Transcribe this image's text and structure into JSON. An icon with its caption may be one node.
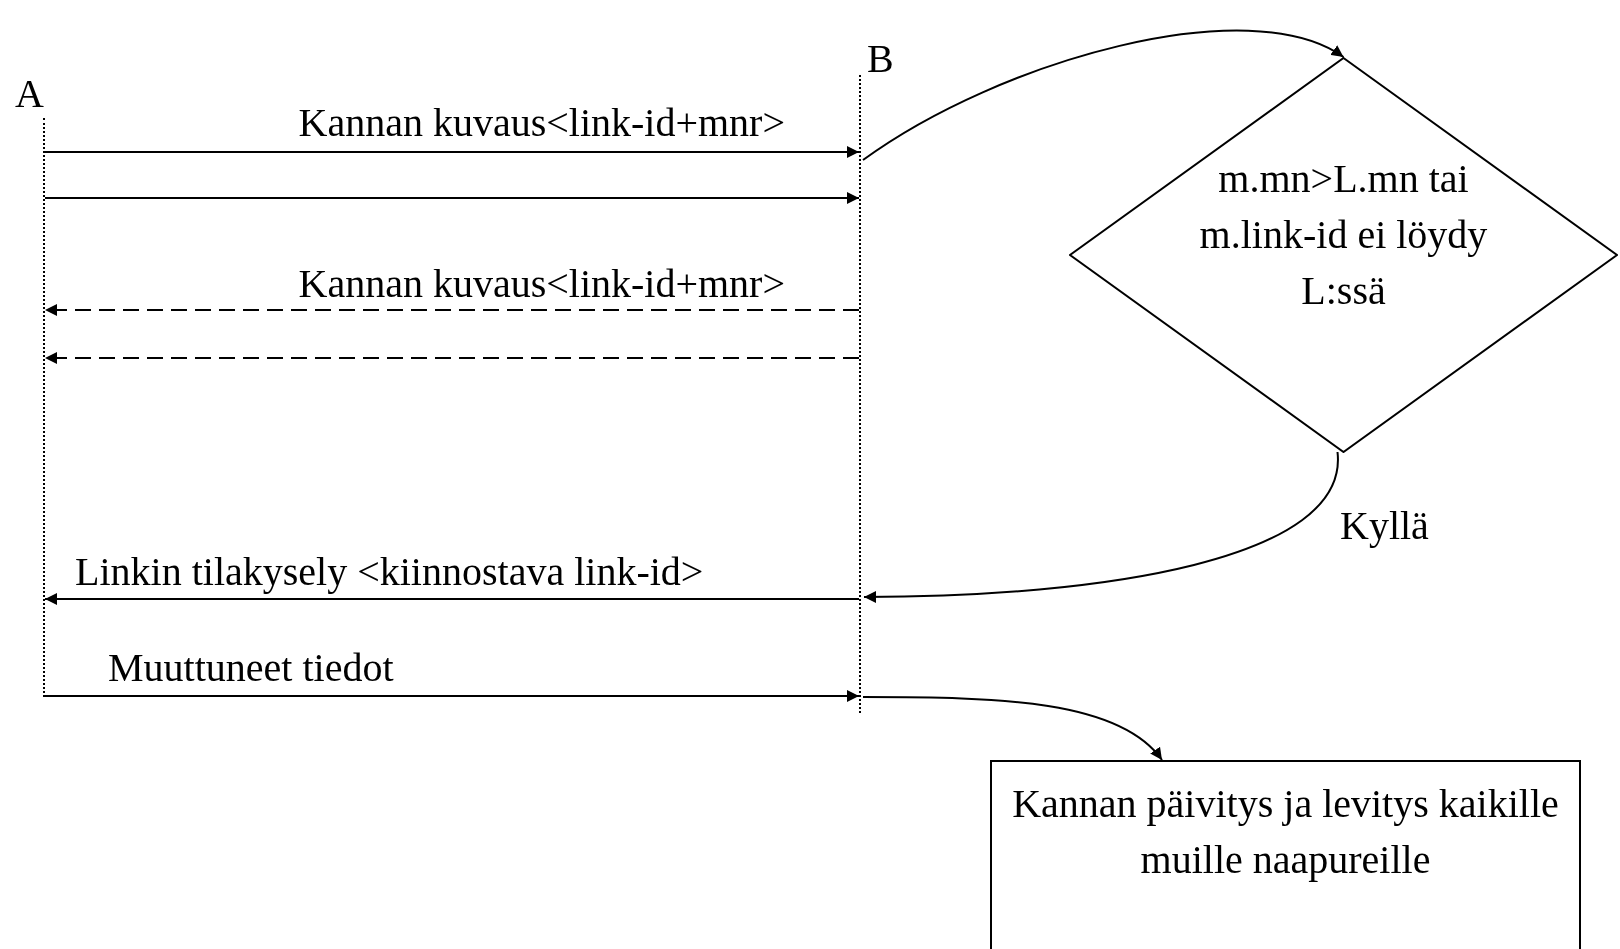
{
  "diagram": {
    "nodes": [
      {
        "text": [
          "A"
        ]
      },
      {
        "text": [
          "B"
        ]
      },
      {
        "text": [
          "m.mn>L.mn tai m.link-id ei löydy L:ssä"
        ]
      },
      {
        "text": [
          "Kannan päivitys ja levitys kaikille muille naapureille"
        ]
      }
    ],
    "edges": [
      {
        "from": 0,
        "to": 1,
        "arrow": "to",
        "label": "Kannan kuvaus<link-id+mnr>"
      },
      {
        "from": 0,
        "to": 1,
        "arrow": "to"
      },
      {
        "from": 1,
        "to": 0,
        "arrow": "to",
        "style": "dashed",
        "label": "Kannan kuvaus<link-id+mnr>"
      },
      {
        "from": 1,
        "to": 0,
        "arrow": "to",
        "style": "dashed"
      },
      {
        "from": 1,
        "to": 2,
        "arrow": "to"
      },
      {
        "from": 2,
        "to": 1,
        "arrow": "to",
        "label": "Kyllä"
      },
      {
        "from": 1,
        "to": 0,
        "arrow": "to",
        "label": "Linkin tilakysely <kiinnostava link-id>"
      },
      {
        "from": 0,
        "to": 1,
        "arrow": "to",
        "label": "Muuttuneet tiedot"
      },
      {
        "from": 1,
        "to": 3,
        "arrow": "to"
      }
    ]
  }
}
